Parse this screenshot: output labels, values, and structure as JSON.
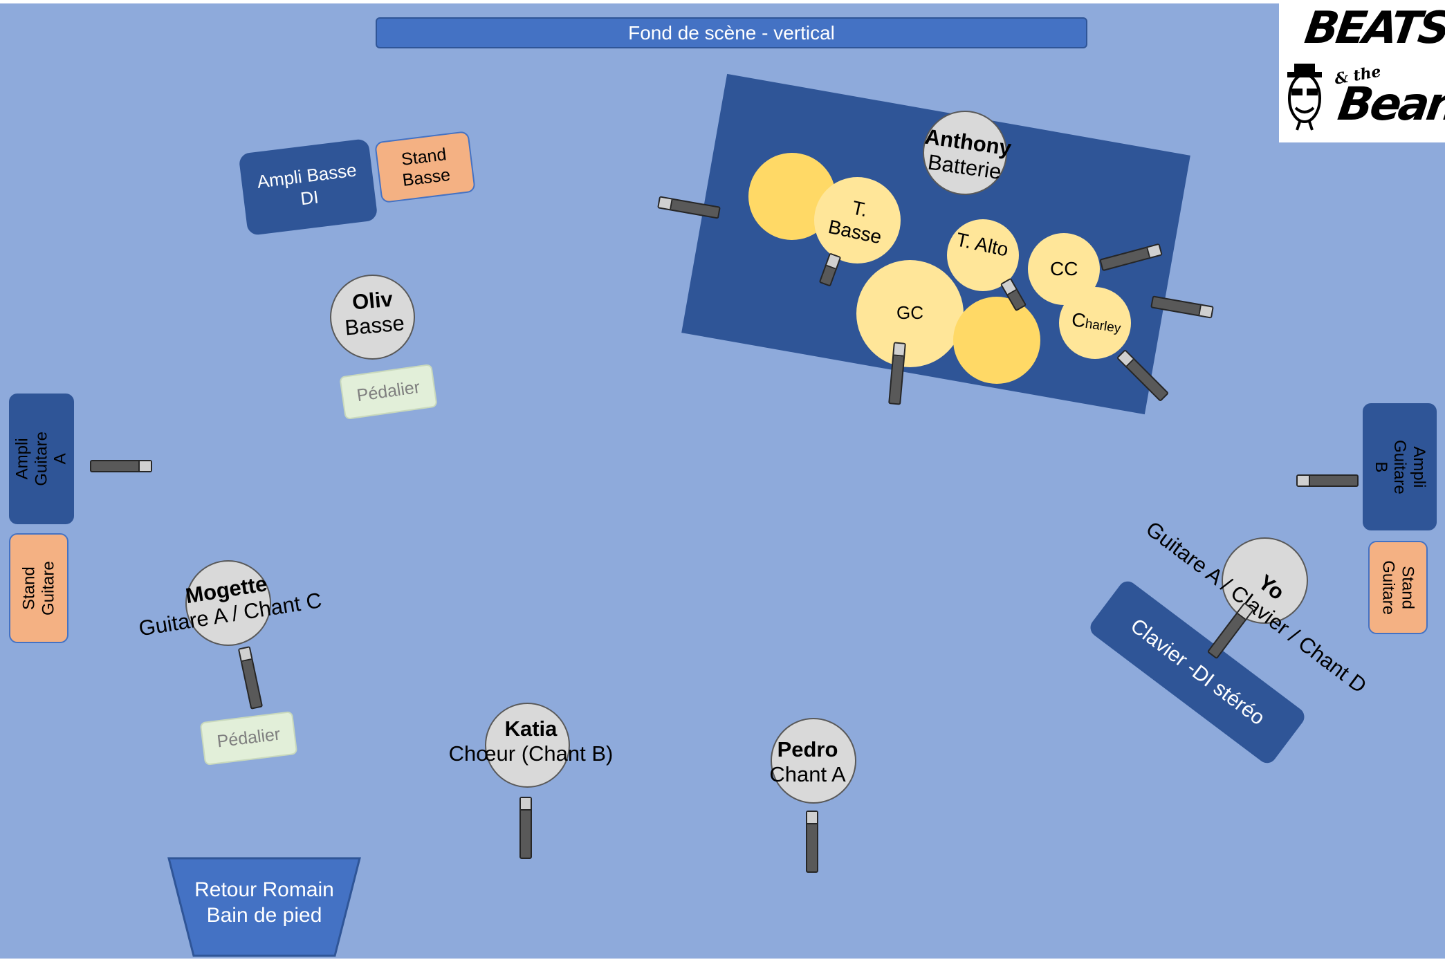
{
  "backdrop_label": "Fond de scène - vertical",
  "logo": {
    "text_line1": "BEATS",
    "text_line2": "& the",
    "text_line3": "Beans",
    "icon": "mascot-with-hat-logo"
  },
  "equipment": {
    "ampli_basse": "Ampli Basse DI",
    "stand_basse": "Stand Basse",
    "ampli_guitare_a": "Ampli Guitare A",
    "stand_guitare_left": "Stand Guitare",
    "ampli_guitare_b": "Ampli Guitare B",
    "stand_guitare_right": "Stand Guitare",
    "pedalier_oliv": "Pédalier",
    "pedalier_mogette": "Pédalier",
    "clavier": "Clavier -DI stéréo",
    "retour": "Retour Romain Bain de pied"
  },
  "drums": {
    "t_basse": "T. Basse",
    "t_alto": "T. Alto",
    "cc": "CC",
    "gc": "GC",
    "charley_c": "C",
    "charley_rest": "harley"
  },
  "musicians": {
    "anthony": {
      "name": "Anthony",
      "role": "Batterie"
    },
    "oliv": {
      "name": "Oliv",
      "role": "Basse"
    },
    "mogette": {
      "name": "Mogette",
      "role": "Guitare A / Chant C"
    },
    "yo": {
      "name": "Yo",
      "role": "Guitare A / Clavier / Chant D"
    },
    "katia": {
      "name": "Katia",
      "role": "Chœur (Chant B)"
    },
    "pedro": {
      "name": "Pedro",
      "role": "Chant A"
    }
  },
  "colors": {
    "stage_bg": "#8eaadb",
    "dark_blue": "#2f5597",
    "mid_blue": "#4472c4",
    "orange": "#f4b183",
    "yellow": "#ffe699",
    "pale_green": "#e2efd9",
    "grey": "#d9d9d9"
  }
}
